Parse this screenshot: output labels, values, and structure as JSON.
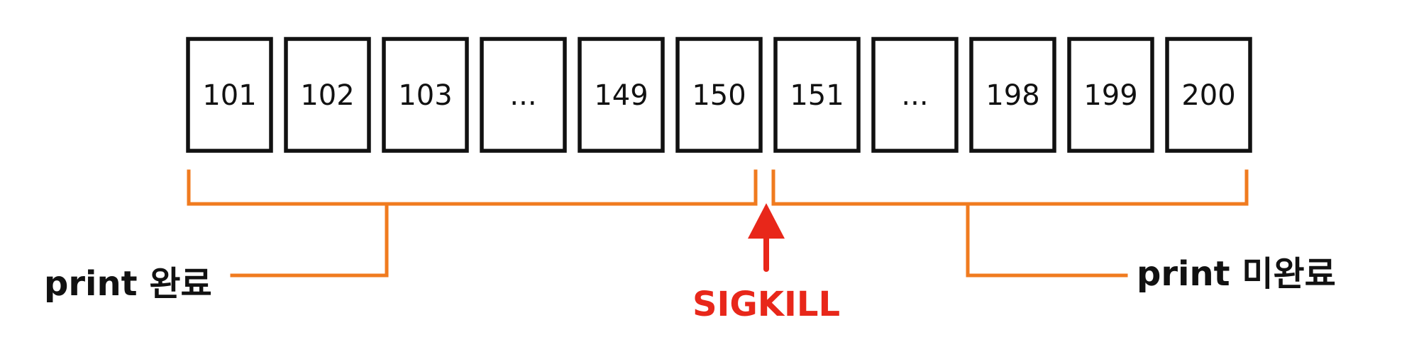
{
  "colors": {
    "box_stroke": "#111111",
    "bracket": "#f07b1f",
    "signal": "#e8271a",
    "text": "#111111"
  },
  "boxes": [
    "101",
    "102",
    "103",
    "...",
    "149",
    "150",
    "151",
    "...",
    "198",
    "199",
    "200"
  ],
  "labels": {
    "printed": "print 완료",
    "not_printed": "print 미완료",
    "signal": "SIGKILL"
  }
}
